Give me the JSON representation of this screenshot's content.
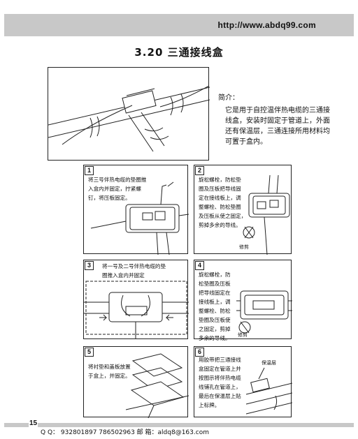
{
  "header": {
    "url": "http://www.abdq99.com"
  },
  "title": "3.20  三通接线盒",
  "intro": {
    "heading": "简介：",
    "text": "它是用于自控温伴热电缆的三通接线盒，安装时固定于管道上，外面还有保温层，三通连接所用材料均可置于盒内。"
  },
  "steps": [
    {
      "num": "1",
      "text": "将三号伴热电缆的垫圈推\n入盒内并固定，拧紧螺\n钉，将压板固定。"
    },
    {
      "num": "2",
      "text": "旋松螺栓，防松垫\n圈及压板把导线固\n定在接线板上，调\n整螺栓、防松垫圈\n及压板从使之固定，\n剪掉多余的导线。",
      "label": "修剪"
    },
    {
      "num": "3",
      "text": "将一号及二号伴热电缆的垫\n圈推入盒内并固定"
    },
    {
      "num": "4",
      "text": "旋松螺栓，防\n松垫圈及压板\n把导线固定在\n接线板上，调\n整螺栓、防松\n垫圈及压板使\n之固定，剪掉\n多余的导线。",
      "label": "修剪"
    },
    {
      "num": "5",
      "text": "将衬垫和盖板放置\n于盒上，并固定。"
    },
    {
      "num": "6",
      "text": "用胶带把三通接线\n盒固定在管道上并\n按图示将伴热电缆\n线铺孔在管道上，\n最后在保温层上贴\n上标牌。",
      "label": "保温层"
    }
  ],
  "footer": {
    "page": "15",
    "contact": "Q Q： 932801897   786502963    邮  箱：aldq8@163.com"
  }
}
